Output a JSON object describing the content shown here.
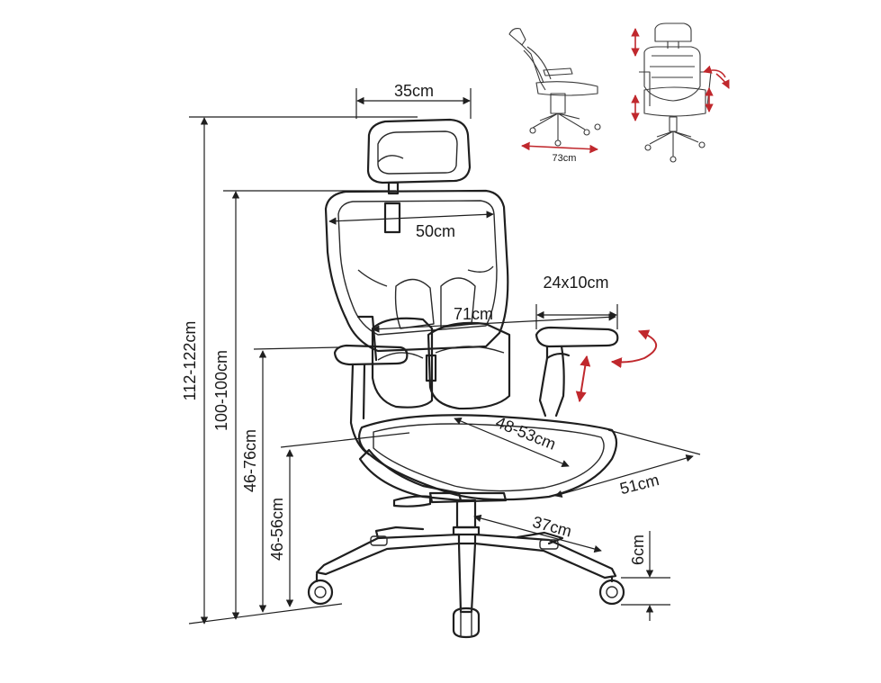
{
  "figure": "ergonomic office chair dimension diagram",
  "colors": {
    "line": "#1f1f1f",
    "accent": "#c0282d",
    "background": "#ffffff"
  },
  "dimensions": {
    "headrest_width": "35cm",
    "backrest_width": "50cm",
    "armrest_pad": "24x10cm",
    "armrest_span": "71cm",
    "seat_depth": "48-53cm",
    "seat_width": "51cm",
    "base_radius": "37cm",
    "caster_height": "6cm",
    "total_height": "112-122cm",
    "backrest_top_height": "100-100cm",
    "armrest_height": "46-76cm",
    "seat_height": "46-56cm"
  },
  "thumbnails": {
    "side_length": "73cm"
  }
}
